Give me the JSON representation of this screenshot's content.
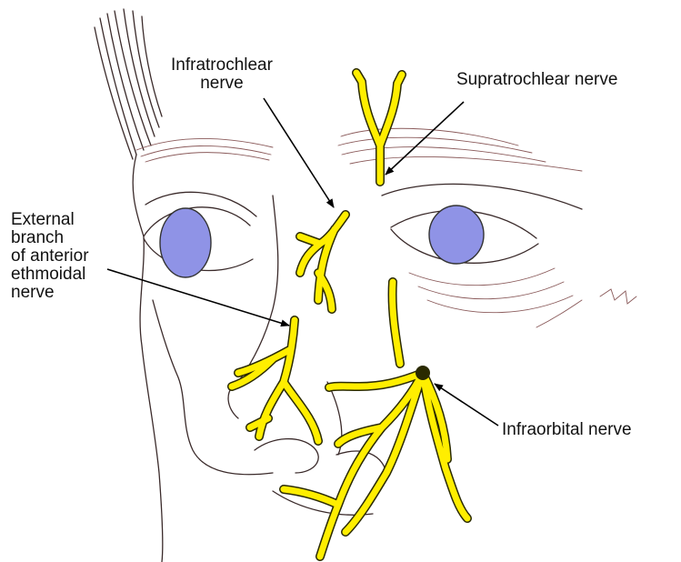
{
  "labels": {
    "infratrochlear": "Infratrochlear\nnerve",
    "supratrochlear": "Supratrochlear nerve",
    "ethmoidal": "External\nbranch\nof anterior\nethmoidal\nnerve",
    "infraorbital": "Infraorbital nerve"
  },
  "colors": {
    "nerve": "#ffee00",
    "iris": "#8f93e6",
    "skin_line": "#3a2a2a"
  }
}
